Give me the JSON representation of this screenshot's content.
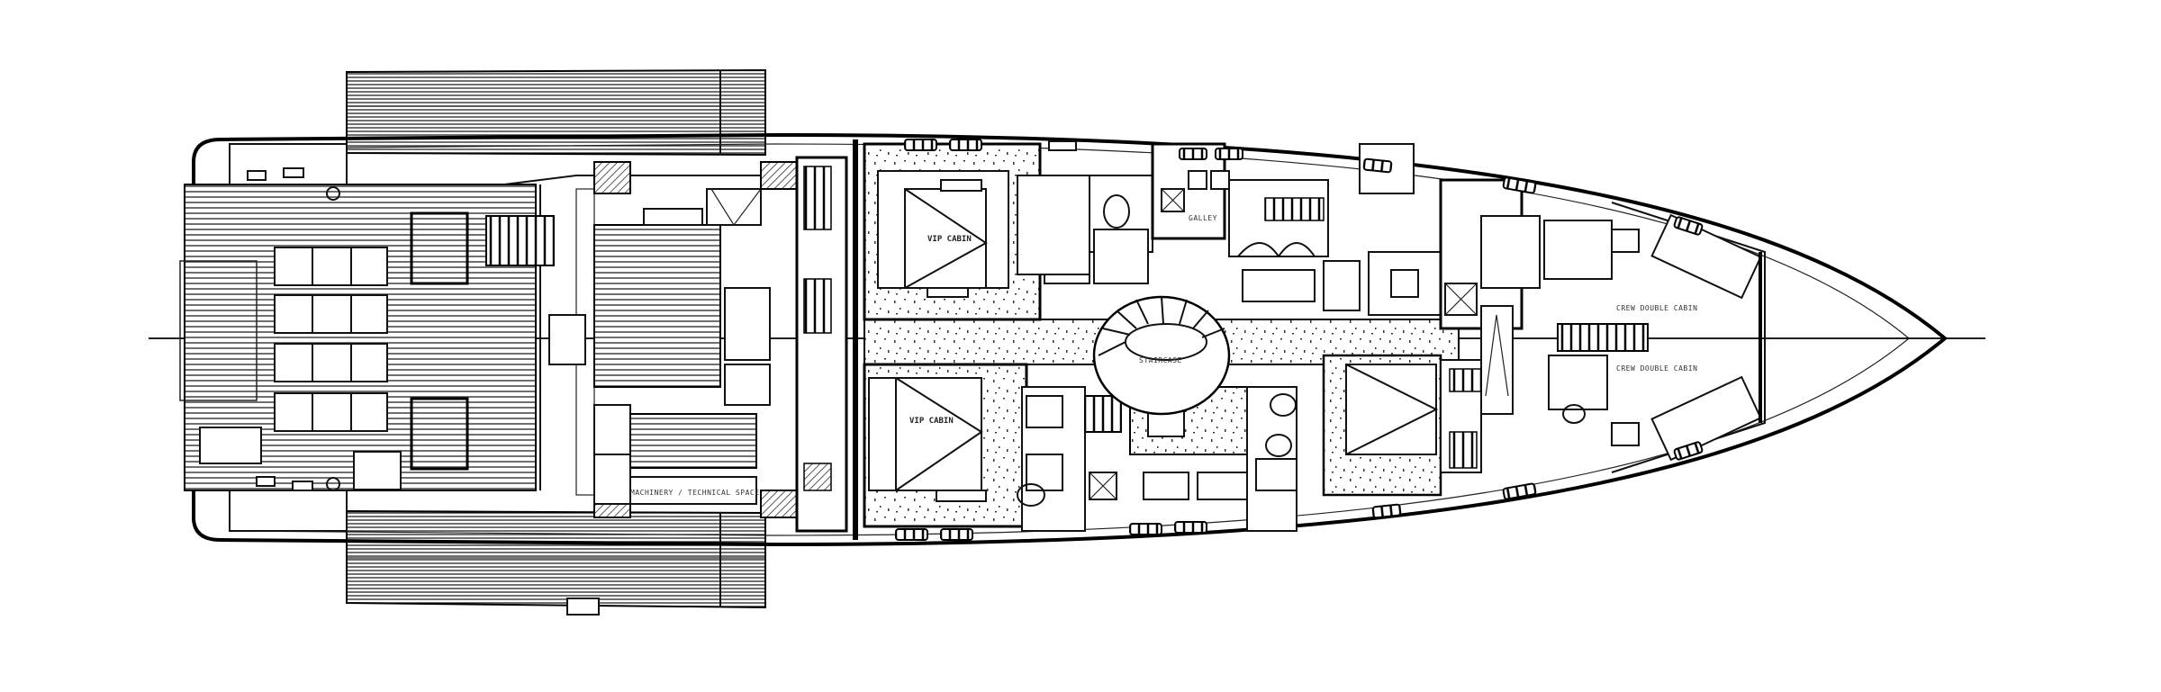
{
  "drawing": {
    "type": "yacht lower deck general arrangement plan",
    "labels": {
      "vip_cabin_aft": "VIP CABIN",
      "vip_cabin_fwd": "VIP CABIN",
      "crew_cabin_port": "CREW DOUBLE CABIN",
      "crew_cabin_stbd": "CREW DOUBLE CABIN",
      "stair_label": "STAIRCASE",
      "galley": "GALLEY",
      "engine_note": "MACHINERY / TECHNICAL SPACE"
    },
    "colors": {
      "line": "#000000",
      "background": "#ffffff"
    }
  }
}
